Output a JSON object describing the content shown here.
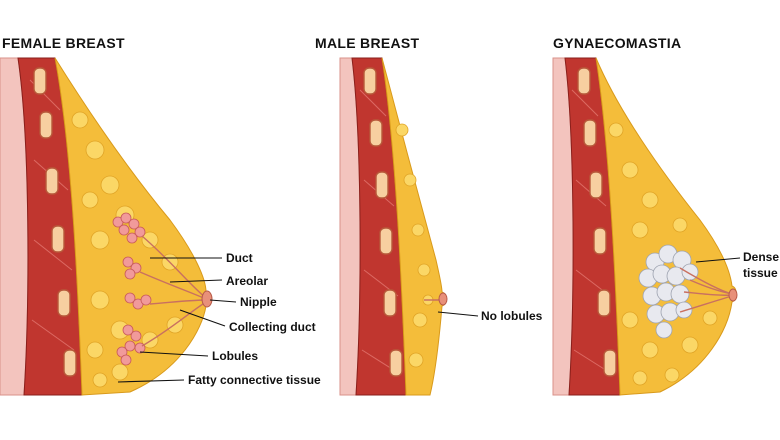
{
  "panels": [
    {
      "title": "FEMALE BREAST"
    },
    {
      "title": "MALE BREAST"
    },
    {
      "title": "GYNAECOMASTIA"
    }
  ],
  "female_labels": {
    "duct": "Duct",
    "areolar": "Areolar",
    "nipple": "Nipple",
    "collecting_duct": "Collecting duct",
    "lobules": "Lobules",
    "fatty_tissue": "Fatty connective tissue"
  },
  "male_labels": {
    "no_lobules": "No lobules"
  },
  "gyn_labels": {
    "dense_line1": "Dense",
    "dense_line2": "tissue"
  },
  "colors": {
    "skin": "#f3c4be",
    "muscle": "#c0362f",
    "fat": "#f4bd3a",
    "rib": "#f7cfa0",
    "lobule": "#f19a9a",
    "dense_tissue": "#e8e9ef"
  }
}
